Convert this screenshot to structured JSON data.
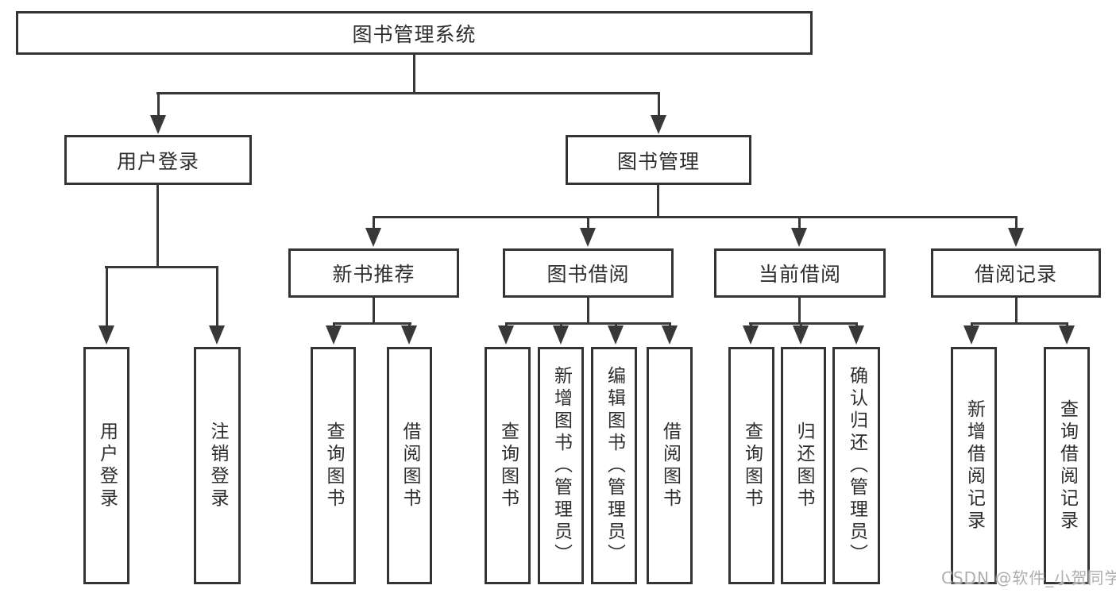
{
  "colors": {
    "background": "#ffffff",
    "line": "#383838",
    "box_border": "#343434",
    "text": "#2d2d2d",
    "watermark": "#aeaeae"
  },
  "tree": {
    "root": {
      "label": "图书管理系统"
    },
    "branches": [
      {
        "label": "用户登录",
        "leaves": [
          {
            "label": "用户登录"
          },
          {
            "label": "注销登录"
          }
        ]
      },
      {
        "label": "图书管理",
        "groups": [
          {
            "label": "新书推荐",
            "leaves": [
              {
                "label": "查询图书"
              },
              {
                "label": "借阅图书"
              }
            ]
          },
          {
            "label": "图书借阅",
            "leaves": [
              {
                "label": "查询图书"
              },
              {
                "label": "新增图书（管理员）"
              },
              {
                "label": "编辑图书（管理员）"
              },
              {
                "label": "借阅图书"
              }
            ]
          },
          {
            "label": "当前借阅",
            "leaves": [
              {
                "label": "查询图书"
              },
              {
                "label": "归还图书"
              },
              {
                "label": "确认归还（管理员）"
              }
            ]
          },
          {
            "label": "借阅记录",
            "leaves": [
              {
                "label": "新增借阅记录"
              },
              {
                "label": "查询借阅记录"
              }
            ]
          }
        ]
      }
    ]
  },
  "watermark": {
    "text": "CSDN @软件_小贺同学"
  }
}
